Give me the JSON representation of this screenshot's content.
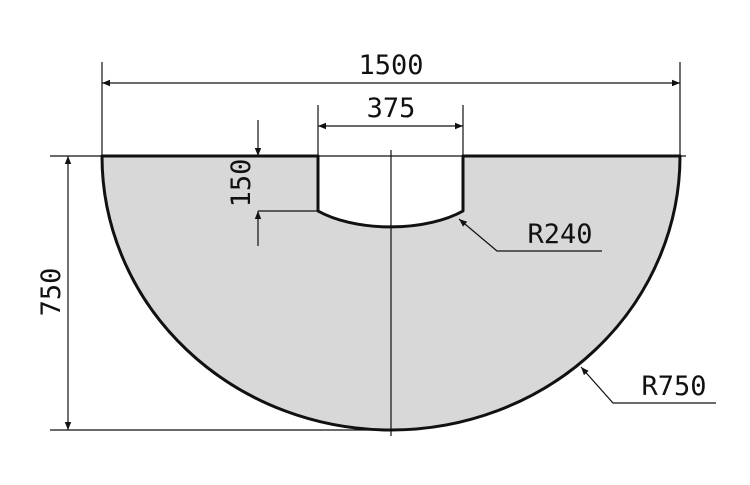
{
  "dimensions": {
    "overall_width": "1500",
    "slot_width": "375",
    "slot_depth": "150",
    "overall_height": "750",
    "inner_radius": "R240",
    "outer_radius": "R750"
  },
  "colors": {
    "part_fill": "#d8d8d8",
    "line": "#111111"
  }
}
